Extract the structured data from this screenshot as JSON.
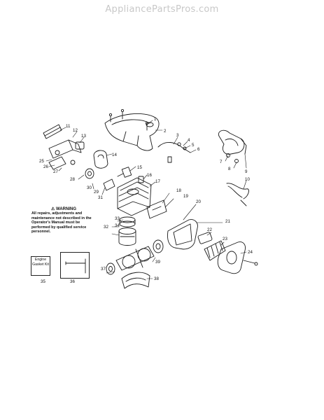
{
  "watermark": "AppliancePartsPros.com",
  "warning": {
    "title": "WARNING",
    "body": "All repairs, adjustments and maintenance not described in the Operator's Manual must be performed by qualified service personnel."
  },
  "kit_box_label": "Engine Gasket Kit",
  "callouts": [
    "1",
    "2",
    "3",
    "4",
    "5",
    "6",
    "7",
    "8",
    "9",
    "10",
    "11",
    "12",
    "13",
    "14",
    "15",
    "16",
    "17",
    "18",
    "19",
    "20",
    "21",
    "22",
    "23",
    "24",
    "25",
    "26",
    "27",
    "28",
    "29",
    "30",
    "31",
    "32",
    "33",
    "34",
    "35",
    "36",
    "37",
    "38",
    "39"
  ],
  "colors": {
    "line": "#1a1a1a",
    "watermark": "#c8c8c8"
  }
}
